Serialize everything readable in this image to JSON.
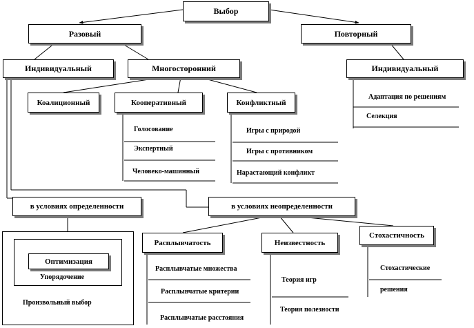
{
  "root": "Выбор",
  "level1": {
    "single": "Разовый",
    "repeated": "Повторный"
  },
  "level2": {
    "individual_single": "Индивидуальный",
    "multilateral": "Многосторонний",
    "individual_repeated": "Индивидуальный"
  },
  "repeated_items": [
    "Адаптация по решениям",
    "Селекция"
  ],
  "multi_types": {
    "coalition": "Коалиционный",
    "cooperative": "Кооперативный",
    "conflict": "Конфликтный"
  },
  "cooperative_items": [
    "Голосование",
    "Экспертный",
    "Человеко-машинный"
  ],
  "conflict_items": [
    "Игры с природой",
    "Игры с противником",
    "Нарастающий конфликт"
  ],
  "conditions": {
    "certain": "в условиях определенности",
    "uncertain": "в условиях неопределенности"
  },
  "certain_block": {
    "optimization": "Оптимизация",
    "ordering": "Упорядочение",
    "arbitrary": "Произвольный выбор"
  },
  "uncertain_types": {
    "fuzziness": "Расплывчатость",
    "unknown": "Неизвестность",
    "stochastic": "Стохастичность"
  },
  "fuzziness_items": [
    "Расплывчатые множества",
    "Расплывчатые критерии",
    "Расплывчатые расстояния"
  ],
  "unknown_items": [
    "Теория игр",
    "Теория полезности"
  ],
  "stochastic_items": [
    "Стохастические",
    "решения"
  ]
}
